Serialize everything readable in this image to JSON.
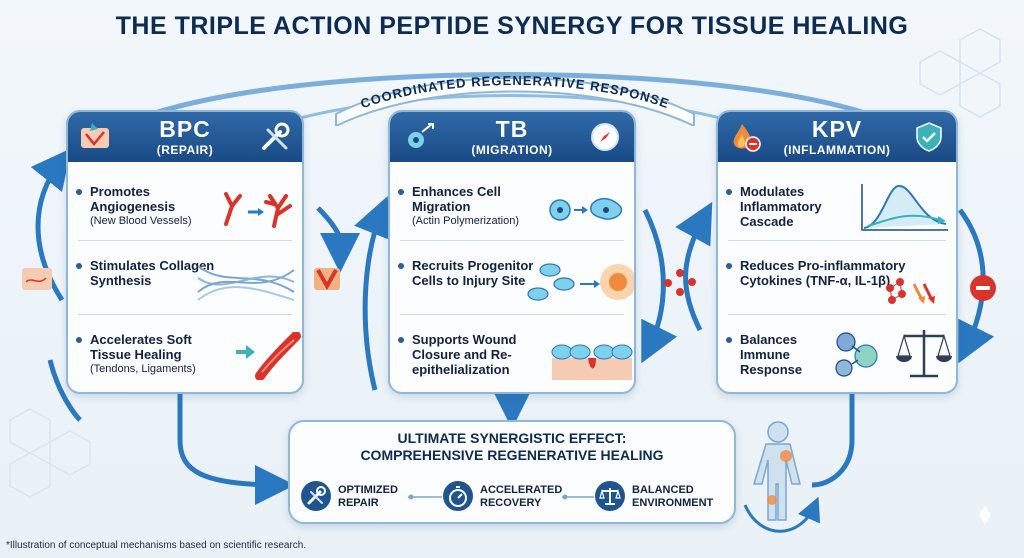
{
  "title": "THE TRIPLE ACTION PEPTIDE SYNERGY FOR TISSUE HEALING",
  "banner": "COORDINATED REGENERATIVE RESPONSE",
  "cards": [
    {
      "name": "BPC",
      "subtitle": "(REPAIR)",
      "items": [
        {
          "bold": "Promotes Angiogenesis",
          "small": "(New Blood Vessels)"
        },
        {
          "bold": "Stimulates Collagen Synthesis",
          "small": ""
        },
        {
          "bold": "Accelerates Soft Tissue Healing",
          "small": "(Tendons, Ligaments)"
        }
      ]
    },
    {
      "name": "TB",
      "subtitle": "(MIGRATION)",
      "items": [
        {
          "bold": "Enhances Cell Migration",
          "small": "(Actin Polymerization)"
        },
        {
          "bold": "Recruits Progenitor Cells to Injury Site",
          "small": ""
        },
        {
          "bold": "Supports Wound Closure and Re-epithelialization",
          "small": ""
        }
      ]
    },
    {
      "name": "KPV",
      "subtitle": "(INFLAMMATION)",
      "items": [
        {
          "bold": "Modulates Inflammatory Cascade",
          "small": ""
        },
        {
          "bold": "Reduces Pro-inflammatory Cytokines (TNF-α, IL-1β)",
          "small": ""
        },
        {
          "bold": "Balances Immune Response",
          "small": ""
        }
      ]
    }
  ],
  "bottom": {
    "title_line1": "ULTIMATE SYNERGISTIC EFFECT:",
    "title_line2": "COMPREHENSIVE REGENERATIVE HEALING",
    "outcomes": [
      {
        "line1": "OPTIMIZED",
        "line2": "REPAIR"
      },
      {
        "line1": "ACCELERATED",
        "line2": "RECOVERY"
      },
      {
        "line1": "BALANCED",
        "line2": "ENVIRONMENT"
      }
    ]
  },
  "footnote": "*Illustration of conceptual mechanisms based on scientific research.",
  "colors": {
    "navy": "#0e2b52",
    "header_blue": "#1f548f",
    "arrow_blue": "#2a78bf",
    "accent_red": "#d8342c",
    "teal": "#3bb2b9"
  },
  "icons": {
    "bpc_header": "skin-injury-icon",
    "bpc_tool": "wrench-screwdriver-icon",
    "tb_header": "migrating-cell-icon",
    "tb_tool": "compass-icon",
    "kpv_header": "flame-minus-icon",
    "kpv_tool": "shield-check-icon",
    "bottom_repair": "wrench-icon",
    "bottom_recovery": "stopwatch-icon",
    "bottom_balance": "scales-icon"
  }
}
